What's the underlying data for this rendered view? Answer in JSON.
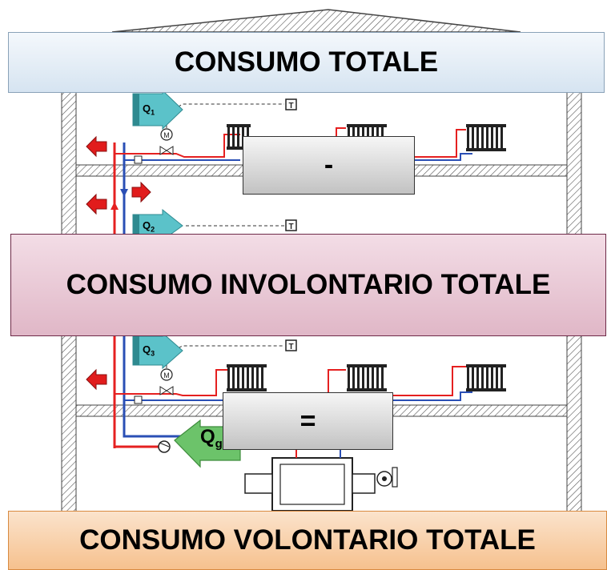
{
  "boxes": {
    "total": "CONSUMO TOTALE",
    "involuntary": "CONSUMO INVOLONTARIO TOTALE",
    "voluntary": "CONSUMO VOLONTARIO TOTALE"
  },
  "operators": {
    "minus": "-",
    "equals": "="
  },
  "heat_flows": [
    {
      "symbol": "Q",
      "sub": "1"
    },
    {
      "symbol": "Q",
      "sub": "2"
    },
    {
      "symbol": "Q",
      "sub": "3"
    }
  ],
  "generator_flow": {
    "symbol": "Q",
    "sub": "gen,out"
  },
  "thermostat_label": "T",
  "valve_label": "M",
  "colors": {
    "supply_pipe": "#e52020",
    "return_pipe": "#2a4fb5",
    "heat_arrow": "#5bc2c9",
    "gen_arrow": "#6cc36a",
    "loss_arrow": "#e11c1c",
    "total_box": "#dce8f3",
    "involuntary_box": "#e6c3d2",
    "voluntary_box": "#f8cfa6"
  }
}
